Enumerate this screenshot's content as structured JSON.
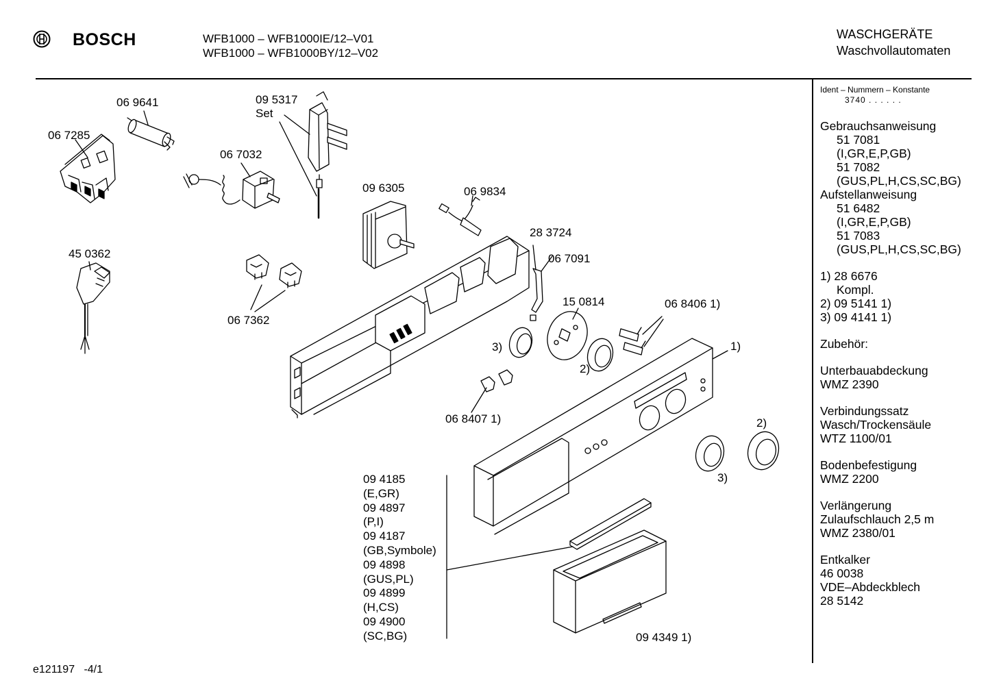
{
  "header": {
    "brand": "BOSCH",
    "models": [
      "WFB1000 – WFB1000IE/12–V01",
      "WFB1000 – WFB1000BY/12–V02"
    ],
    "category": [
      "WASCHGERÄTE",
      "Waschvollautomaten"
    ]
  },
  "sidebar": {
    "ident_label": "Ident – Nummern – Konstante",
    "ident_value": "3740 . .   . . . .",
    "lines": [
      {
        "text": "Gebrauchsanweisung",
        "indent": false
      },
      {
        "text": "51 7081",
        "indent": true
      },
      {
        "text": "(I,GR,E,P,GB)",
        "indent": true
      },
      {
        "text": "51 7082",
        "indent": true
      },
      {
        "text": "(GUS,PL,H,CS,SC,BG)",
        "indent": true
      },
      {
        "text": "Aufstellanweisung",
        "indent": false
      },
      {
        "text": "51 6482",
        "indent": true
      },
      {
        "text": "(I,GR,E,P,GB)",
        "indent": true
      },
      {
        "text": "51 7083",
        "indent": true
      },
      {
        "text": "(GUS,PL,H,CS,SC,BG)",
        "indent": true
      },
      {
        "gap": true
      },
      {
        "text": "1)  28 6676",
        "indent": false
      },
      {
        "text": "Kompl.",
        "indent": true
      },
      {
        "text": "2)  09 5141 1)",
        "indent": false
      },
      {
        "text": "3)  09 4141 1)",
        "indent": false
      },
      {
        "gap": true
      },
      {
        "text": "Zubehör:",
        "indent": false
      },
      {
        "gap": true
      },
      {
        "text": "Unterbauabdeckung",
        "indent": false
      },
      {
        "text": "WMZ 2390",
        "indent": false
      },
      {
        "gap": true
      },
      {
        "text": "Verbindungssatz",
        "indent": false
      },
      {
        "text": "Wasch/Trockensäule",
        "indent": false
      },
      {
        "text": "WTZ 1100/01",
        "indent": false
      },
      {
        "gap": true
      },
      {
        "text": "Bodenbefestigung",
        "indent": false
      },
      {
        "text": "WMZ 2200",
        "indent": false
      },
      {
        "gap": true
      },
      {
        "text": "Verlängerung",
        "indent": false
      },
      {
        "text": "Zulaufschlauch 2,5 m",
        "indent": false
      },
      {
        "text": "WMZ 2380/01",
        "indent": false
      },
      {
        "gap": true
      },
      {
        "text": "Entkalker",
        "indent": false
      },
      {
        "text": "46 0038",
        "indent": false
      },
      {
        "text": "VDE–Abdeckblech",
        "indent": false
      },
      {
        "text": "28 5142",
        "indent": false
      }
    ]
  },
  "labels": {
    "p069641": "06 9641",
    "p067285": "06 7285",
    "p095317": "09 5317",
    "set": "Set",
    "p067032": "06 7032",
    "p096305": "09 6305",
    "p069834": "06 9834",
    "p450362": "45 0362",
    "p067362": "06 7362",
    "p283724": "28 3724",
    "p067091": "06 7091",
    "p150814": "15 0814",
    "p068406": "06 8406 1)",
    "p068407": "06 8407 1)",
    "ref1": "1)",
    "ref2a": "2)",
    "ref2b": "2)",
    "ref3a": "3)",
    "ref3b": "3)",
    "p094349": "09 4349 1)"
  },
  "desc_list": [
    "09 4185",
    "(E,GR)",
    "09 4897",
    "(P,I)",
    "09 4187",
    "(GB,Symbole)",
    "09 4898",
    "(GUS,PL)",
    "09 4899",
    "(H,CS)",
    "09 4900",
    "(SC,BG)"
  ],
  "footer": "e121197   -4/1"
}
